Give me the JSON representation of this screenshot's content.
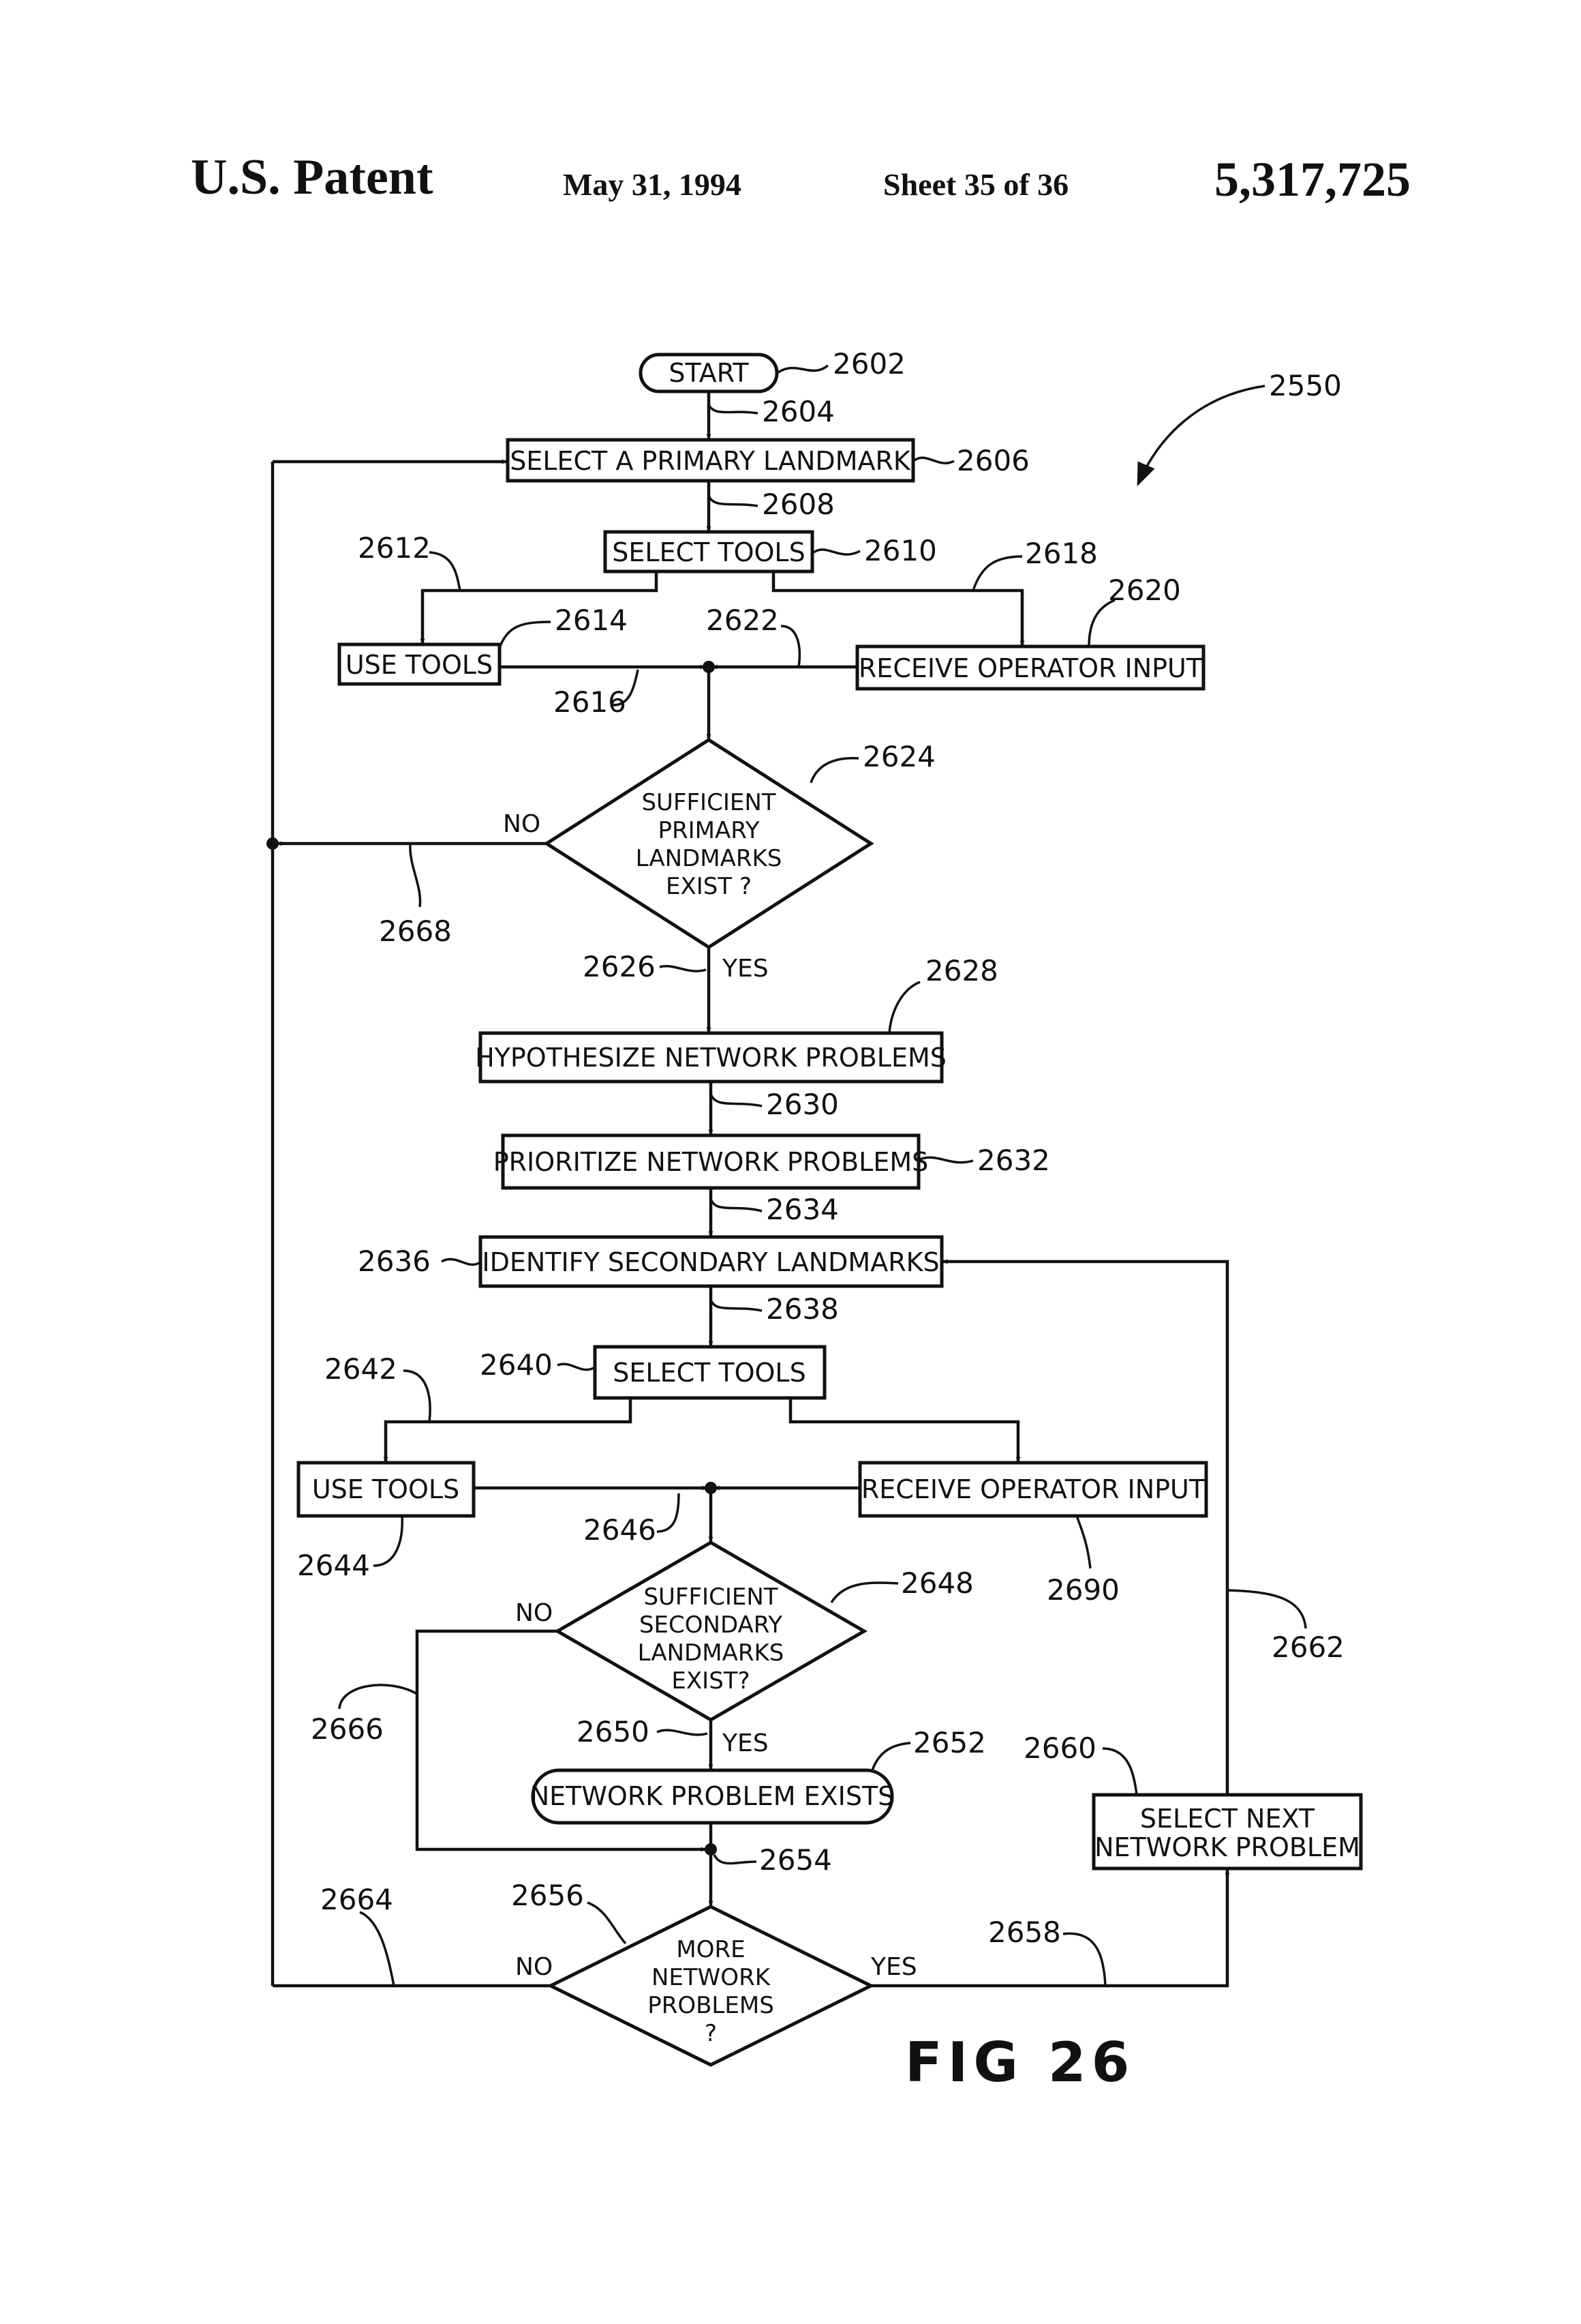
{
  "header": {
    "title": "U.S. Patent",
    "date": "May 31, 1994",
    "sheet": "Sheet 35 of 36",
    "patent_number": "5,317,725"
  },
  "figure": {
    "label": "FIG 26",
    "ref": "2550"
  },
  "nodes": {
    "start": {
      "label": "START",
      "ref": "2602"
    },
    "select_primary": {
      "label": "SELECT A PRIMARY LANDMARK",
      "ref": "2606"
    },
    "select_tools_1": {
      "label": "SELECT TOOLS",
      "ref": "2610"
    },
    "use_tools_1": {
      "label": "USE TOOLS",
      "ref": "2614"
    },
    "receive_input_1": {
      "label": "RECEIVE OPERATOR INPUT",
      "ref": "2620"
    },
    "decision_primary": {
      "lines": [
        "SUFFICIENT",
        "PRIMARY",
        "LANDMARKS",
        "EXIST ?"
      ],
      "ref": "2624"
    },
    "hypothesize": {
      "label": "HYPOTHESIZE NETWORK PROBLEMS",
      "ref": "2628"
    },
    "prioritize": {
      "label": "PRIORITIZE NETWORK PROBLEMS",
      "ref": "2632"
    },
    "identify_secondary": {
      "label": "IDENTIFY SECONDARY LANDMARKS",
      "ref": "2636"
    },
    "select_tools_2": {
      "label": "SELECT TOOLS",
      "ref": "2640"
    },
    "use_tools_2": {
      "label": "USE TOOLS",
      "ref": "2644"
    },
    "receive_input_2": {
      "label": "RECEIVE OPERATOR INPUT",
      "ref": "2690"
    },
    "decision_secondary": {
      "lines": [
        "SUFFICIENT",
        "SECONDARY",
        "LANDMARKS",
        "EXIST?"
      ],
      "ref": "2648"
    },
    "problem_exists": {
      "label": "NETWORK PROBLEM EXISTS",
      "ref": "2652"
    },
    "decision_more": {
      "lines": [
        "MORE",
        "NETWORK",
        "PROBLEMS",
        "?"
      ],
      "ref": "2656"
    },
    "select_next": {
      "lines": [
        "SELECT NEXT",
        "NETWORK PROBLEM"
      ],
      "ref": "2660"
    }
  },
  "connectors": {
    "c2604": "2604",
    "c2608": "2608",
    "c2612": "2612",
    "c2616": "2616",
    "c2618": "2618",
    "c2622": "2622",
    "c2626": "2626",
    "c2630": "2630",
    "c2634": "2634",
    "c2638": "2638",
    "c2642": "2642",
    "c2646": "2646",
    "c2650": "2650",
    "c2654": "2654",
    "c2658": "2658",
    "c2662": "2662",
    "c2664": "2664",
    "c2666": "2666",
    "c2668": "2668"
  },
  "branch_labels": {
    "yes": "YES",
    "no": "NO"
  }
}
